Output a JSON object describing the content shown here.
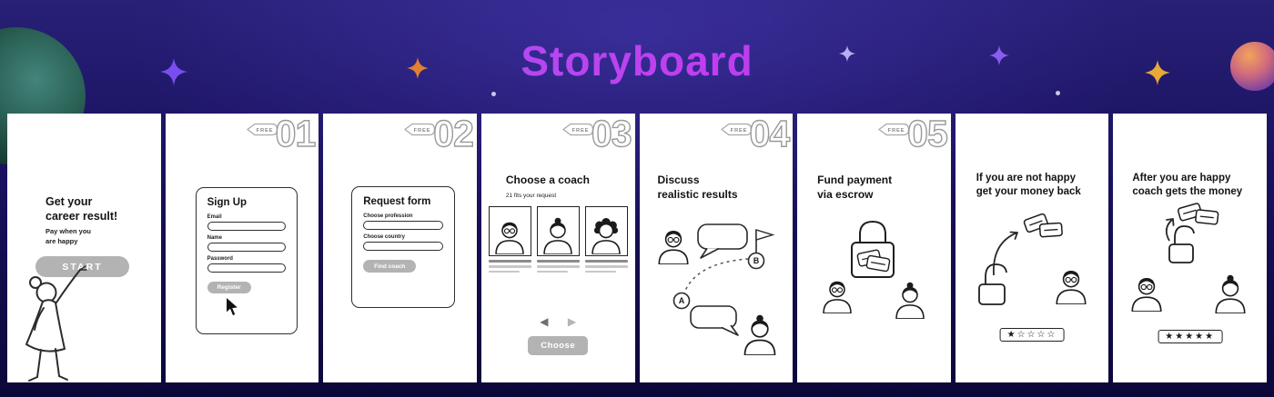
{
  "header": {
    "title": "Storyboard"
  },
  "colors": {
    "background_top": "#272076",
    "background_bottom": "#0b0738",
    "title_gradient": [
      "#8f63f2",
      "#c13ef0",
      "#9433e6"
    ],
    "button_gray": "#b3b3b3",
    "panel_white": "#ffffff",
    "sparkle_purple": "#7a4df0",
    "sparkle_orange": "#e08030",
    "sparkle_amber": "#e8a838"
  },
  "panels": {
    "intro": {
      "heading": [
        "Get your",
        "career result!"
      ],
      "sub": [
        "Pay when you",
        "are happy"
      ],
      "button": "START"
    },
    "signup": {
      "number": "01",
      "tag": "FREE",
      "title": "Sign Up",
      "fields": [
        "Email",
        "Name",
        "Password"
      ],
      "button": "Register"
    },
    "request": {
      "number": "02",
      "tag": "FREE",
      "title": "Request form",
      "fields": [
        "Choose profession",
        "Choose country"
      ],
      "button": "Find coach"
    },
    "choose": {
      "number": "03",
      "tag": "FREE",
      "heading": "Choose a coach",
      "sub": "21 fits your request",
      "carousel_prev": "◀",
      "carousel_next": "▶",
      "button": "Choose"
    },
    "discuss": {
      "number": "04",
      "tag": "FREE",
      "heading": [
        "Discuss",
        "realistic results"
      ],
      "point_a": "A",
      "point_b": "B"
    },
    "escrow": {
      "number": "05",
      "tag": "FREE",
      "heading": [
        "Fund payment",
        "via escrow"
      ]
    },
    "moneyback": {
      "heading": [
        "If you are not happy",
        "get your money back"
      ],
      "stars": "★☆☆☆☆"
    },
    "happy": {
      "heading": [
        "After you are happy",
        "coach gets the money"
      ],
      "stars": "★★★★★"
    }
  }
}
